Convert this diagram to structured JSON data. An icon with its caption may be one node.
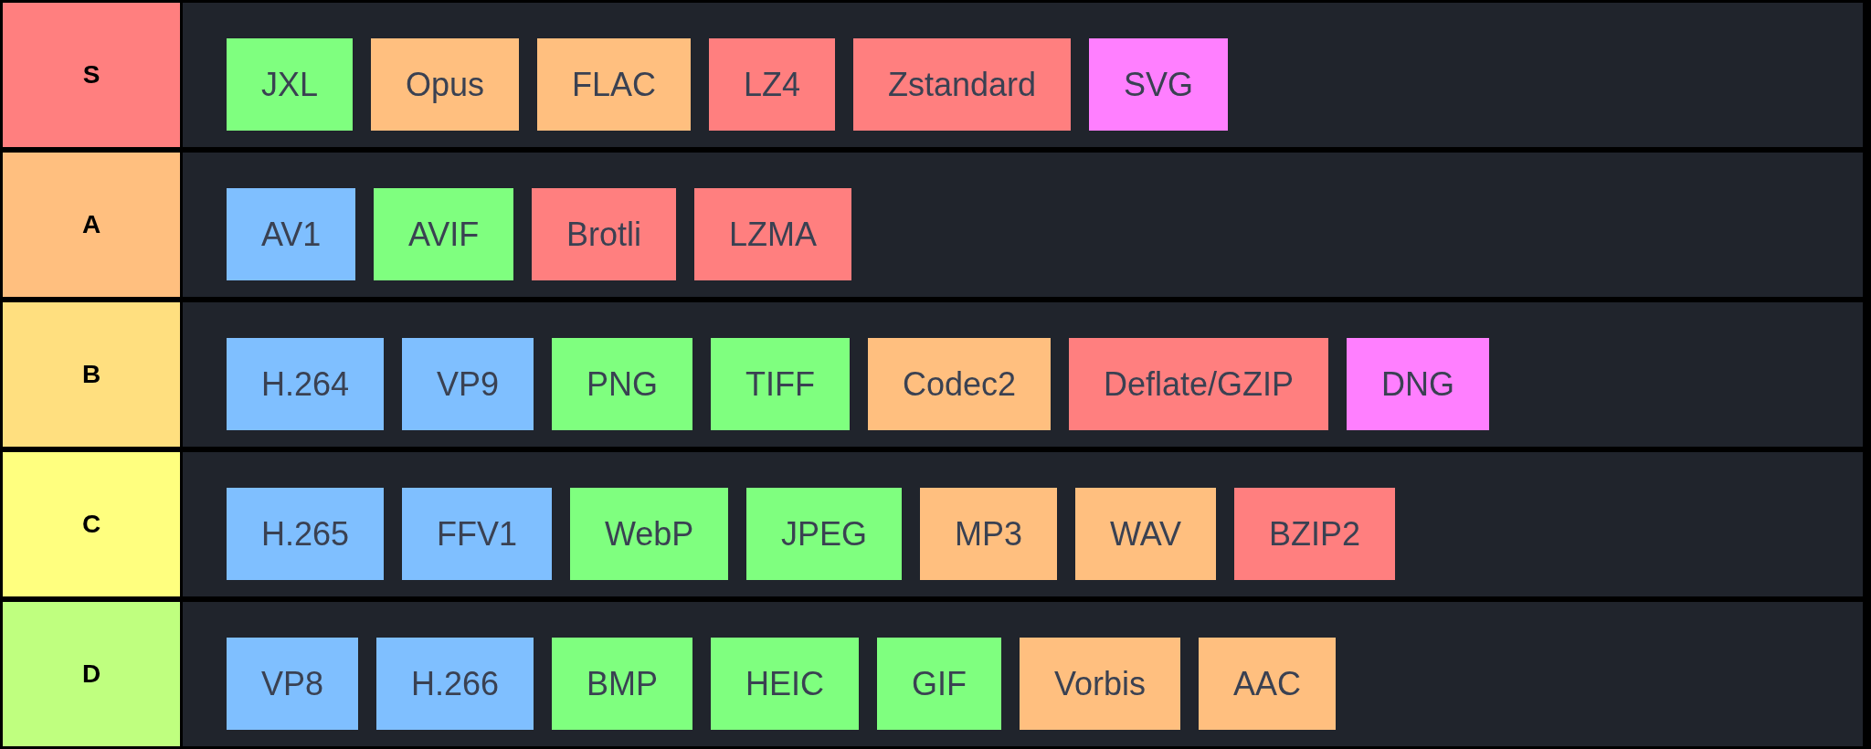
{
  "diagram": {
    "nodes": [
      {
        "text": [
          "S"
        ]
      },
      {
        "text": [
          "JXL"
        ],
        "in": 0
      },
      {
        "text": [
          "Opus"
        ],
        "in": 0
      },
      {
        "text": [
          "FLAC"
        ],
        "in": 0
      },
      {
        "text": [
          "LZ4"
        ],
        "in": 0
      },
      {
        "text": [
          "Zstandard"
        ],
        "in": 0
      },
      {
        "text": [
          "SVG"
        ],
        "in": 0
      },
      {
        "text": [
          "A"
        ]
      },
      {
        "text": [
          "AV1"
        ],
        "in": 7
      },
      {
        "text": [
          "AVIF"
        ],
        "in": 7
      },
      {
        "text": [
          "Brotli"
        ],
        "in": 7
      },
      {
        "text": [
          "LZMA"
        ],
        "in": 7
      },
      {
        "text": [
          "B"
        ]
      },
      {
        "text": [
          "H.264"
        ],
        "in": 12
      },
      {
        "text": [
          "VP9"
        ],
        "in": 12
      },
      {
        "text": [
          "PNG"
        ],
        "in": 12
      },
      {
        "text": [
          "TIFF"
        ],
        "in": 12
      },
      {
        "text": [
          "Codec2"
        ],
        "in": 12
      },
      {
        "text": [
          "Deflate/GZIP"
        ],
        "in": 12
      },
      {
        "text": [
          "DNG"
        ],
        "in": 12
      },
      {
        "text": [
          "C"
        ]
      },
      {
        "text": [
          "H.265"
        ],
        "in": 20
      },
      {
        "text": [
          "FFV1"
        ],
        "in": 20
      },
      {
        "text": [
          "WebP"
        ],
        "in": 20
      },
      {
        "text": [
          "JPEG"
        ],
        "in": 20
      },
      {
        "text": [
          "MP3"
        ],
        "in": 20
      },
      {
        "text": [
          "WAV"
        ],
        "in": 20
      },
      {
        "text": [
          "BZIP2"
        ],
        "in": 20
      },
      {
        "text": [
          "D"
        ]
      },
      {
        "text": [
          "VP8"
        ],
        "in": 28
      },
      {
        "text": [
          "H.266"
        ],
        "in": 28
      },
      {
        "text": [
          "BMP"
        ],
        "in": 28
      },
      {
        "text": [
          "HEIC"
        ],
        "in": 28
      },
      {
        "text": [
          "GIF"
        ],
        "in": 28
      },
      {
        "text": [
          "Vorbis"
        ],
        "in": 28
      },
      {
        "text": [
          "AAC"
        ],
        "in": 28
      }
    ],
    "edges": []
  }
}
